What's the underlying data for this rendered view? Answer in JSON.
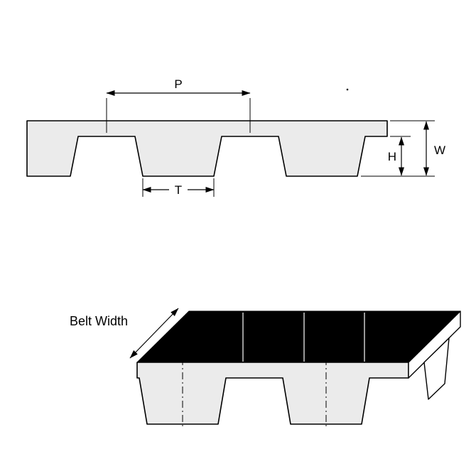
{
  "cross_section": {
    "labels": {
      "pitch": "P",
      "tooth_width": "T",
      "tooth_height": "H",
      "belt_thickness": "W"
    }
  },
  "isometric": {
    "labels": {
      "belt_width": "Belt Width"
    }
  },
  "colors": {
    "background": "#ffffff",
    "line": "#000000",
    "belt_fill": "#ebebeb",
    "belt_back_fill": "#000000",
    "end_face_fill": "#ffffff"
  }
}
